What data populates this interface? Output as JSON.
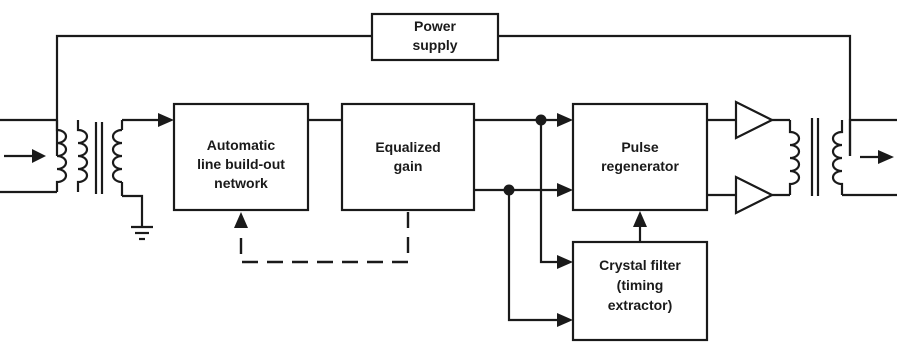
{
  "blocks": {
    "power_supply": [
      "Power",
      "supply"
    ],
    "line_build_out": [
      "Automatic",
      "line build-out",
      "network"
    ],
    "equalized_gain": [
      "Equalized",
      "gain"
    ],
    "pulse_regenerator": [
      "Pulse",
      "regenerator"
    ],
    "crystal_filter": [
      "Crystal filter",
      "(timing",
      "extractor)"
    ]
  },
  "colors": {
    "ink": "#1a1a1a",
    "background": "#ffffff"
  }
}
